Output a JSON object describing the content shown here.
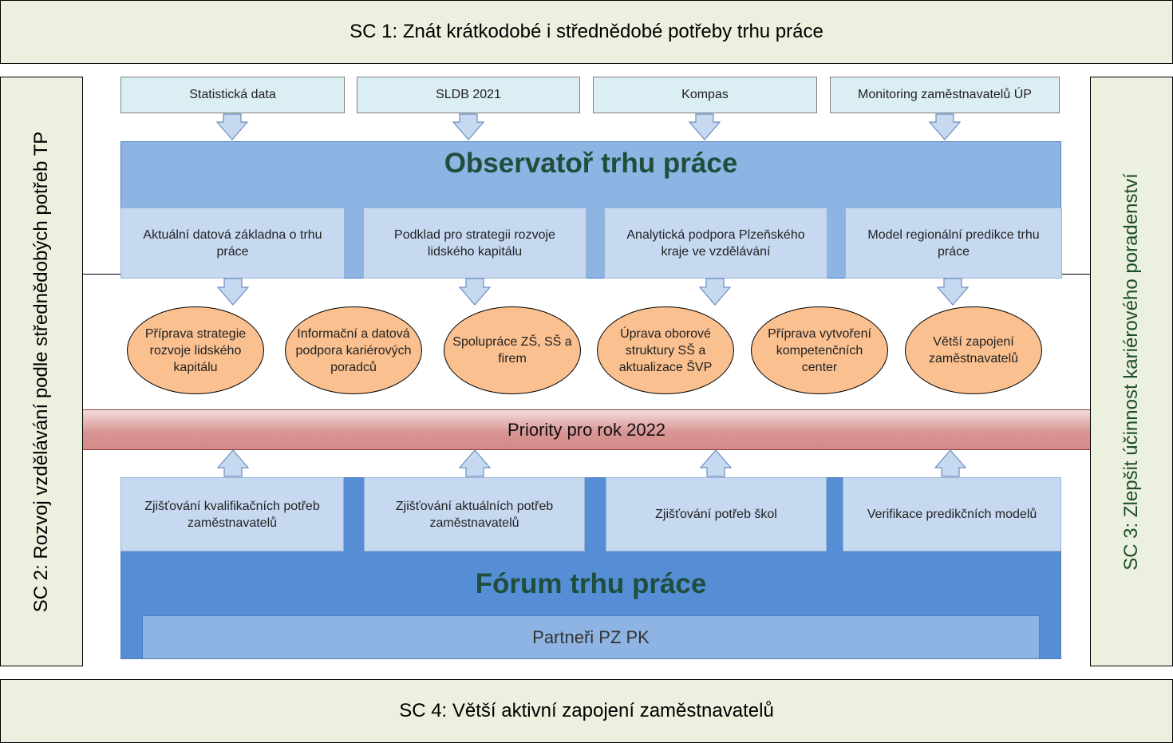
{
  "goals": {
    "sc1": "SC 1: Znát krátkodobé i střednědobé potřeby trhu práce",
    "sc2": "SC 2: Rozvoj vzdělávání podle střednědobých potřeb TP",
    "sc3": "SC 3: Zlepšit účinnost kariérového poradenství",
    "sc4": "SC 4: Větší aktivní zapojení zaměstnavatelů"
  },
  "sources": [
    "Statistická data",
    "SLDB 2021",
    "Kompas",
    "Monitoring zaměstnavatelů ÚP"
  ],
  "observatory": {
    "title": "Observatoř trhu práce",
    "outputs": [
      "Aktuální datová základna o trhu práce",
      "Podklad pro strategii rozvoje lidského kapitálu",
      "Analytická podpora Plzeňského kraje ve vzdělávání",
      "Model regionální predikce trhu práce"
    ]
  },
  "priorities": {
    "items": [
      "Příprava strategie rozvoje lidského kapitálu",
      "Informační a datová podpora kariérových poradců",
      "Spolupráce ZŠ, SŠ a firem",
      "Úprava oborové struktury SŠ a aktualizace ŠVP",
      "Příprava vytvoření kompetenčních center",
      "Větší zapojení zaměstnavatelů"
    ],
    "bar_label": "Priority pro rok 2022"
  },
  "forum": {
    "title": "Fórum trhu práce",
    "activities": [
      "Zjišťování kvalifikačních potřeb zaměstnavatelů",
      "Zjišťování aktuálních potřeb zaměstnavatelů",
      "Zjišťování potřeb škol",
      "Verifikace predikčních modelů"
    ],
    "partners": "Partneři PZ PK"
  },
  "colors": {
    "goal_fill": "#ebf1de",
    "source_fill": "#dbeef3",
    "observatory_fill": "#8eb4e3",
    "output_fill": "#c6d9f1",
    "priority_fill": "#fac090",
    "priority_bar": "#d99694",
    "forum_fill": "#558ed5",
    "arrow_fill": "#c6d9f1"
  }
}
